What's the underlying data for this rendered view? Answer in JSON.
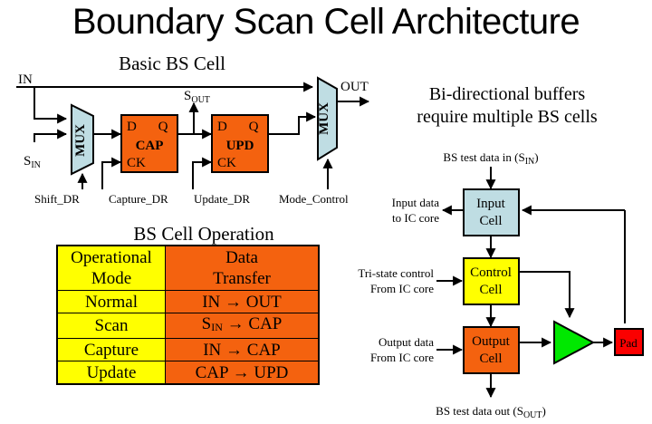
{
  "title": "Boundary Scan Cell Architecture",
  "colors": {
    "mux_fill": "#bfdde3",
    "cell_orange": "#f4620f",
    "cell_yellow": "#ffff00",
    "cell_blue": "#bfdde3",
    "buffer_green": "#00e800",
    "pad_red": "#fb0000",
    "wire": "#000000"
  },
  "basic_cell": {
    "heading": "Basic BS Cell",
    "in_label": "IN",
    "out_label": "OUT",
    "sin_label": "S",
    "sin_sub": "IN",
    "sout_label": "S",
    "sout_sub": "OUT",
    "mux_left_label": "MUX",
    "mux_right_label": "MUX",
    "cap": {
      "name": "CAP",
      "d": "D",
      "q": "Q",
      "ck": "CK"
    },
    "upd": {
      "name": "UPD",
      "d": "D",
      "q": "Q",
      "ck": "CK"
    },
    "controls": [
      "Shift_DR",
      "Capture_DR",
      "Update_DR",
      "Mode_Control"
    ]
  },
  "operation_table": {
    "heading": "BS Cell Operation",
    "headers": {
      "mode_line1": "Operational",
      "mode_line2": "Mode",
      "transfer_line1": "Data",
      "transfer_line2": "Transfer"
    },
    "rows": [
      {
        "mode": "Normal",
        "transfer": "IN → OUT"
      },
      {
        "mode": "Scan",
        "transfer": "S_IN → CAP"
      },
      {
        "mode": "Capture",
        "transfer": "IN → CAP"
      },
      {
        "mode": "Update",
        "transfer": "CAP → UPD"
      }
    ]
  },
  "bidirectional": {
    "heading_line1": "Bi-directional buffers",
    "heading_line2": "require multiple BS cells",
    "data_in_label": "BS test data in (S",
    "data_in_sub": "IN",
    "data_in_close": ")",
    "data_out_label": "BS test data out (S",
    "data_out_sub": "OUT",
    "data_out_close": ")",
    "input_cell": {
      "line1": "Input",
      "line2": "Cell"
    },
    "control_cell": {
      "line1": "Control",
      "line2": "Cell"
    },
    "output_cell": {
      "line1": "Output",
      "line2": "Cell"
    },
    "input_data_label_line1": "Input data",
    "input_data_label_line2": "to IC core",
    "tristate_label_line1": "Tri-state control",
    "tristate_label_line2": "From IC core",
    "output_data_label_line1": "Output  data",
    "output_data_label_line2": "From IC core",
    "pad_label": "Pad"
  }
}
